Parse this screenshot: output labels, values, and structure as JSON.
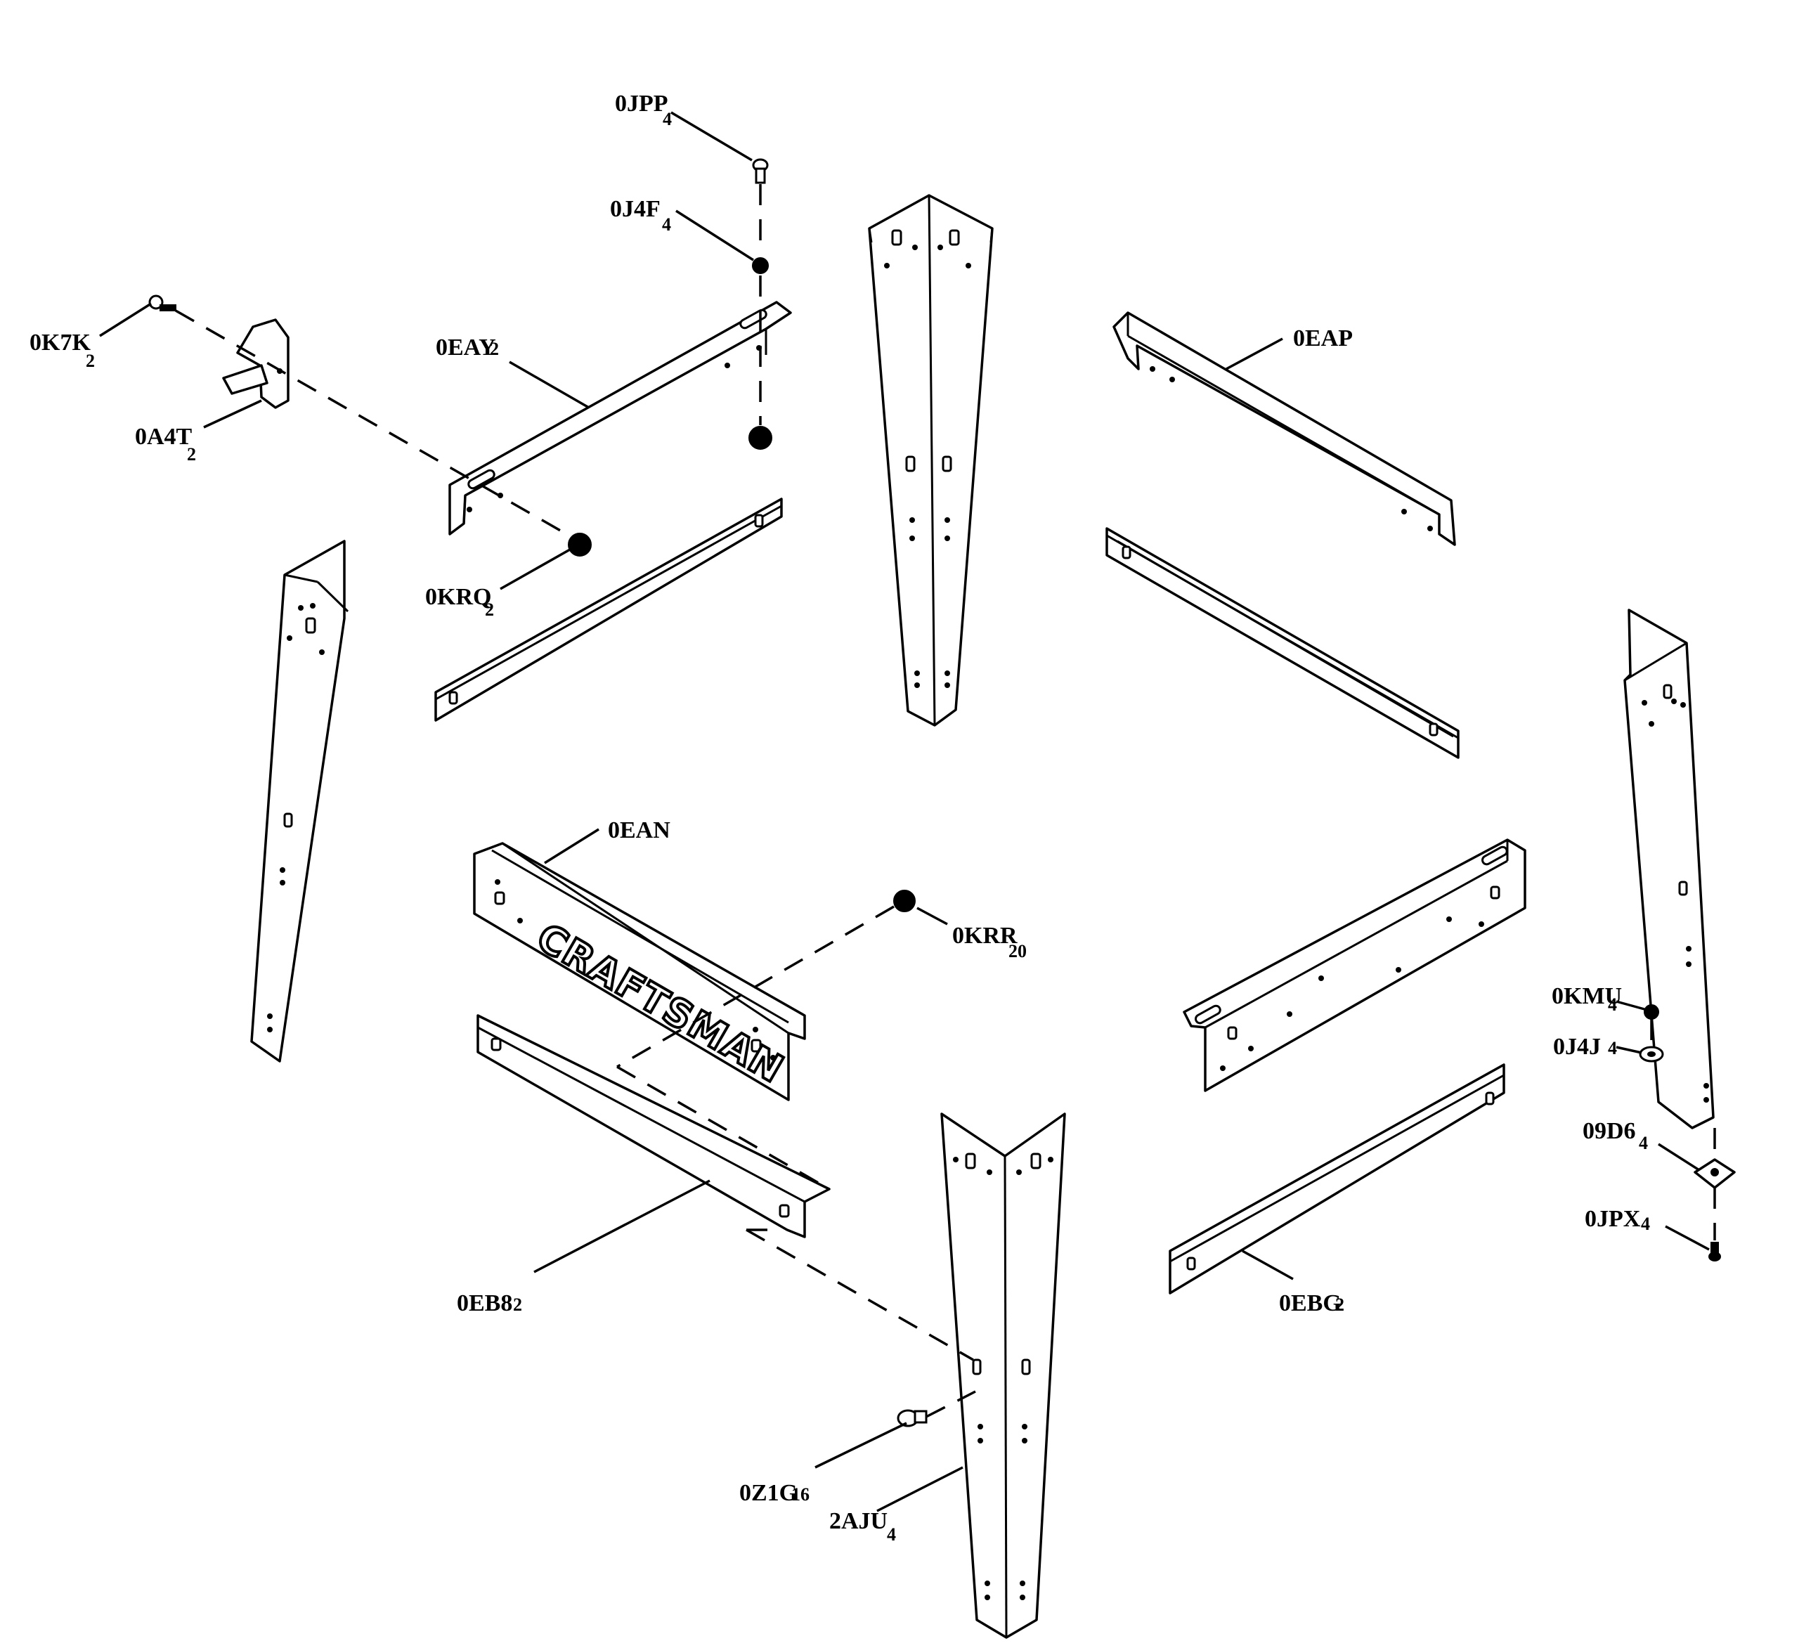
{
  "diagram": {
    "brand_logo": "CRAFTSMAN",
    "labels": [
      {
        "id": "0JPP",
        "text": "0JPP",
        "qty": "4"
      },
      {
        "id": "0J4F",
        "text": "0J4F",
        "qty": "4"
      },
      {
        "id": "0K7K",
        "text": "0K7K",
        "qty": "2"
      },
      {
        "id": "0A4T",
        "text": "0A4T",
        "qty": "2"
      },
      {
        "id": "0EAY",
        "text": "0EAY",
        "qty": "2"
      },
      {
        "id": "0KRQ",
        "text": "0KRQ",
        "qty": "2"
      },
      {
        "id": "0EAP",
        "text": "0EAP",
        "qty": ""
      },
      {
        "id": "0EAN",
        "text": "0EAN",
        "qty": ""
      },
      {
        "id": "0KRR",
        "text": "0KRR",
        "qty": "20"
      },
      {
        "id": "0KMU",
        "text": "0KMU",
        "qty": "4"
      },
      {
        "id": "0J4J",
        "text": "0J4J",
        "qty": "4"
      },
      {
        "id": "09D6",
        "text": "09D6",
        "qty": "4"
      },
      {
        "id": "0JPX",
        "text": "0JPX",
        "qty": "4"
      },
      {
        "id": "0EB8",
        "text": "0EB8",
        "qty": "2"
      },
      {
        "id": "0EBG",
        "text": "0EBG",
        "qty": "2"
      },
      {
        "id": "0Z1G",
        "text": "0Z1G",
        "qty": "16"
      },
      {
        "id": "2AJU",
        "text": "2AJU",
        "qty": "4"
      }
    ]
  }
}
